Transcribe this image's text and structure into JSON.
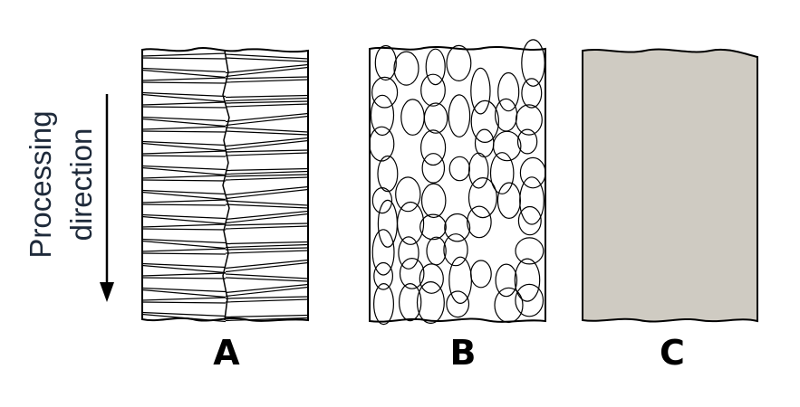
{
  "panels": [
    {
      "id": "A",
      "label": "A",
      "style": "elongated-lamellae"
    },
    {
      "id": "B",
      "label": "B",
      "style": "equiaxed-grains"
    },
    {
      "id": "C",
      "label": "C",
      "style": "uniform-fill",
      "fill_color": "#cfcbc2"
    }
  ],
  "direction_indicator": {
    "line1": "Processing",
    "line2": "direction",
    "arrow": "down-arrow-icon"
  },
  "colors": {
    "outline": "#000000",
    "direction_text": "#1e2a3a"
  }
}
